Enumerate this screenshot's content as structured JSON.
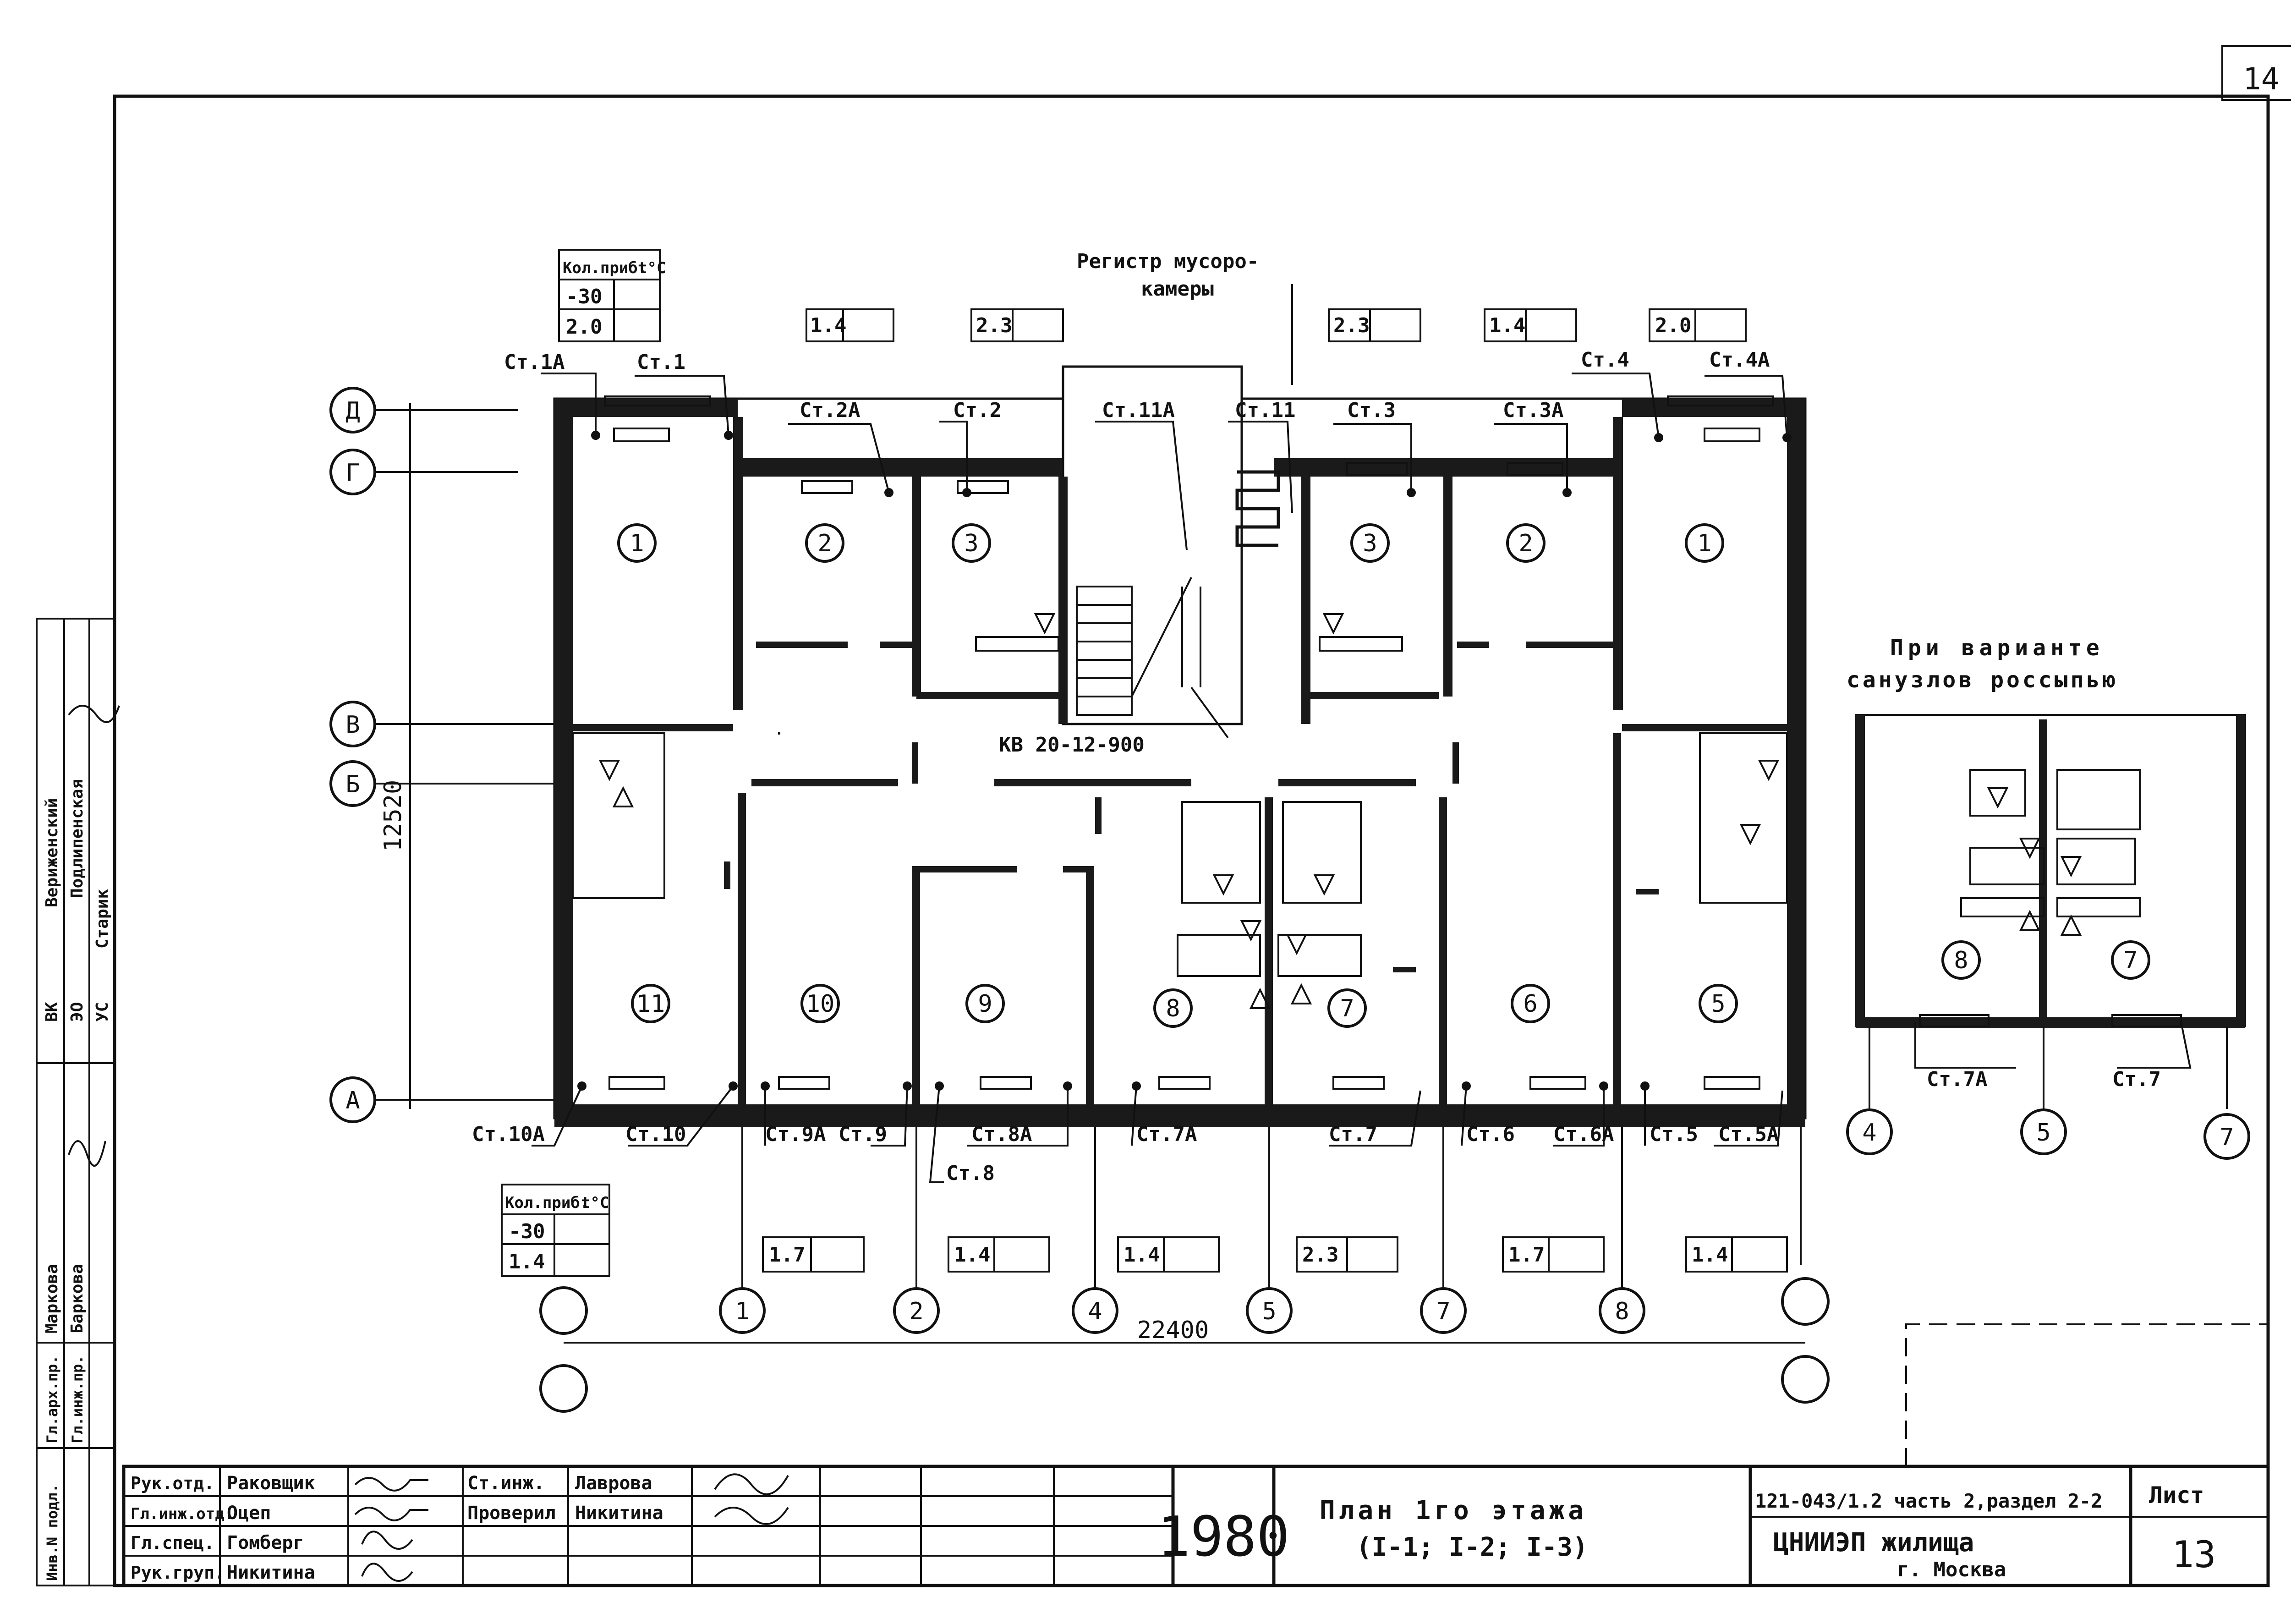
{
  "sheet_number_corner": "14",
  "axes_rows": [
    "Д",
    "Г",
    "В",
    "Б",
    "А"
  ],
  "axes_cols_bottom": [
    "1",
    "2",
    "4",
    "5",
    "7",
    "8"
  ],
  "room_numbers_top": [
    "1",
    "2",
    "3",
    "3",
    "2",
    "1"
  ],
  "room_numbers_bottom": [
    "11",
    "10",
    "9",
    "8",
    "7",
    "6",
    "5"
  ],
  "dim_vertical": "12520",
  "dim_horizontal": "22400",
  "stair_label": "КВ 20-12-900",
  "register_label_1": "Регистр мусоро-",
  "register_label_2": "камеры",
  "variant_title_1": "При варианте",
  "variant_title_2": "санузлов россыпью",
  "variant_rooms": [
    "8",
    "7"
  ],
  "variant_axes": [
    "4",
    "5",
    "7"
  ],
  "variant_risers": [
    "Ст.7А",
    "Ст.7"
  ],
  "legend_top": {
    "h1": "Кол.приб.",
    "h2": "t°C",
    "r1": "-30",
    "r2": "2.0"
  },
  "legend_bottom": {
    "h1": "Кол.приб.",
    "h2": "t°C",
    "r1": "-30",
    "r2": "1.4"
  },
  "risers_top": [
    "Ст.1А",
    "Ст.1",
    "Ст.2А",
    "Ст.2",
    "Ст.11А",
    "Ст.11",
    "Ст.3",
    "Ст.3А",
    "Ст.4",
    "Ст.4А"
  ],
  "risers_bottom": [
    "Ст.10А",
    "Ст.10",
    "Ст.9А",
    "Ст.9",
    "Ст.8",
    "Ст.8А",
    "Ст.7А",
    "Ст.7",
    "Ст.6",
    "Ст.6А",
    "Ст.5",
    "Ст.5А"
  ],
  "boxes_top": [
    "1.4",
    "2.3",
    "2.3",
    "1.4",
    "2.0"
  ],
  "boxes_bottom": [
    "1.7",
    "1.4",
    "1.4",
    "2.3",
    "1.7",
    "1.4"
  ],
  "stamp_side": {
    "c1": [
      "Вериженский",
      "Подлипенская",
      "Старик"
    ],
    "c2": [
      "ВК",
      "ЭО",
      "УС"
    ],
    "c3": [
      "Маркова",
      "Баркова"
    ],
    "c4": [
      "Гл.арх.пр.",
      "Гл.инж.пр."
    ],
    "c5": "Инв.N подл."
  },
  "titleblock": {
    "roles": [
      "Рук.отд.",
      "Гл.инж.отд.",
      "Гл.спец.",
      "Рук.груп."
    ],
    "names": [
      "Раковщик",
      "Оцеп",
      "Гомберг",
      "Никитина"
    ],
    "roles2": [
      "Ст.инж.",
      "Проверил"
    ],
    "names2": [
      "Лаврова",
      "Никитина"
    ],
    "year": "1980",
    "title_1": "План 1го этажа",
    "title_2": "(I-1; I-2; I-3)",
    "code": "121-043/1.2 часть 2,раздел 2-2",
    "org": "ЦНИИЭП жилища",
    "city": "г. Москва",
    "sheet_label": "Лист",
    "sheet_no": "13"
  }
}
